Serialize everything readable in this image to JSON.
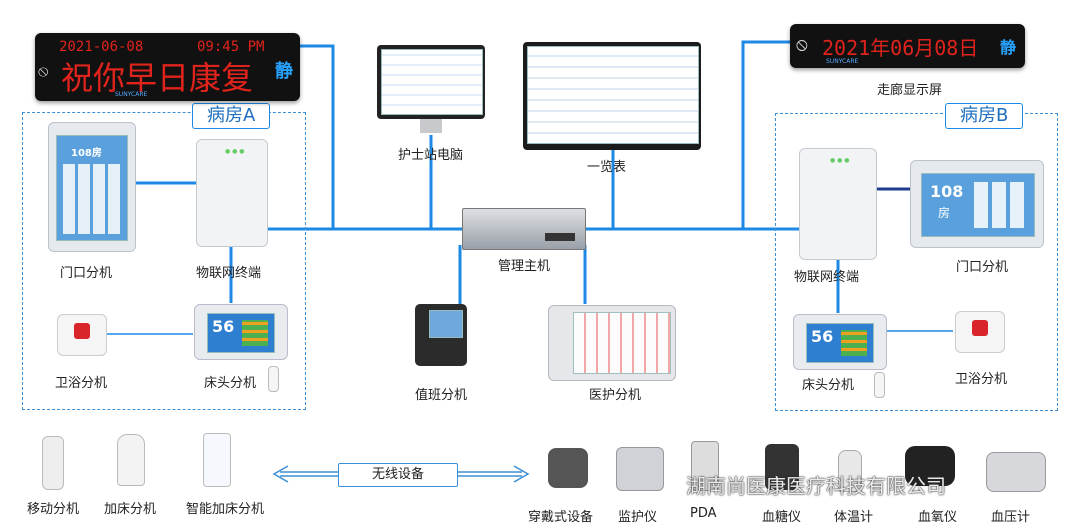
{
  "led_left": {
    "date": "2021-06-08",
    "time": "09:45 PM",
    "message": "祝你早日康复",
    "mode": "静",
    "brand": "SUNYCARE"
  },
  "led_right": {
    "text": "2021年06月08日",
    "mode": "静",
    "brand": "SUNYCARE",
    "caption": "走廊显示屏"
  },
  "ward_a": {
    "title": "病房A",
    "door_unit": "门口分机",
    "iot_terminal": "物联网终端",
    "bath_unit": "卫浴分机",
    "bed_unit": "床头分机",
    "room_no": "108房",
    "bed_no": "56"
  },
  "ward_b": {
    "title": "病房B",
    "door_unit": "门口分机",
    "iot_terminal": "物联网终端",
    "bath_unit": "卫浴分机",
    "bed_unit": "床头分机",
    "room_no": "108",
    "room_suffix": "房",
    "bed_no": "56"
  },
  "center": {
    "nurse_pc": "护士站电脑",
    "overview": "一览表",
    "host": "管理主机",
    "duty_unit": "值班分机",
    "medical_unit": "医护分机"
  },
  "bottom": {
    "mobile_unit": "移动分机",
    "extra_bed": "加床分机",
    "smart_extra_bed": "智能加床分机",
    "wireless": "无线设备",
    "wearable": "穿戴式设备",
    "monitor": "监护仪",
    "pda": "PDA",
    "glucose": "血糖仪",
    "thermo": "体温计",
    "oximeter": "血氧仪",
    "bp": "血压计"
  },
  "watermark": "湖南尚医康医疗科技有限公司",
  "colors": {
    "line": "#1e88e5",
    "led_red": "#e0231c",
    "dashed": "#3b8fd6"
  }
}
